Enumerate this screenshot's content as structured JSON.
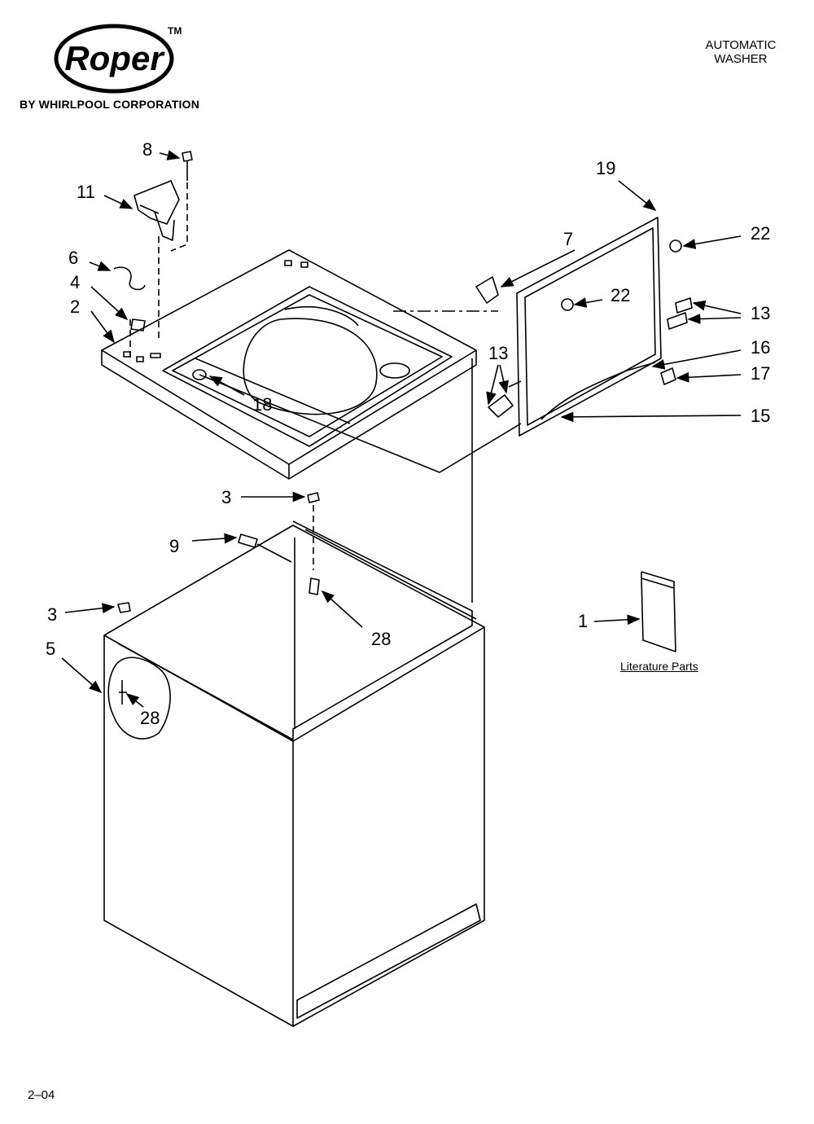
{
  "header": {
    "logo_text": "Roper",
    "logo_tm": "TM",
    "tagline": "BY WHIRLPOOL CORPORATION",
    "product_line1": "AUTOMATIC",
    "product_line2": "WASHER"
  },
  "callouts": {
    "c8": "8",
    "c11": "11",
    "c6": "6",
    "c4": "4",
    "c2": "2",
    "c18": "18",
    "c7": "7",
    "c19": "19",
    "c22a": "22",
    "c22b": "22",
    "c13a": "13",
    "c13b": "13",
    "c16": "16",
    "c17": "17",
    "c15": "15",
    "c3a": "3",
    "c9": "9",
    "c28a": "28",
    "c3b": "3",
    "c5": "5",
    "c28b": "28",
    "c1": "1"
  },
  "literature": {
    "label": "Literature Parts"
  },
  "footer": {
    "doc_code": "2–04"
  }
}
